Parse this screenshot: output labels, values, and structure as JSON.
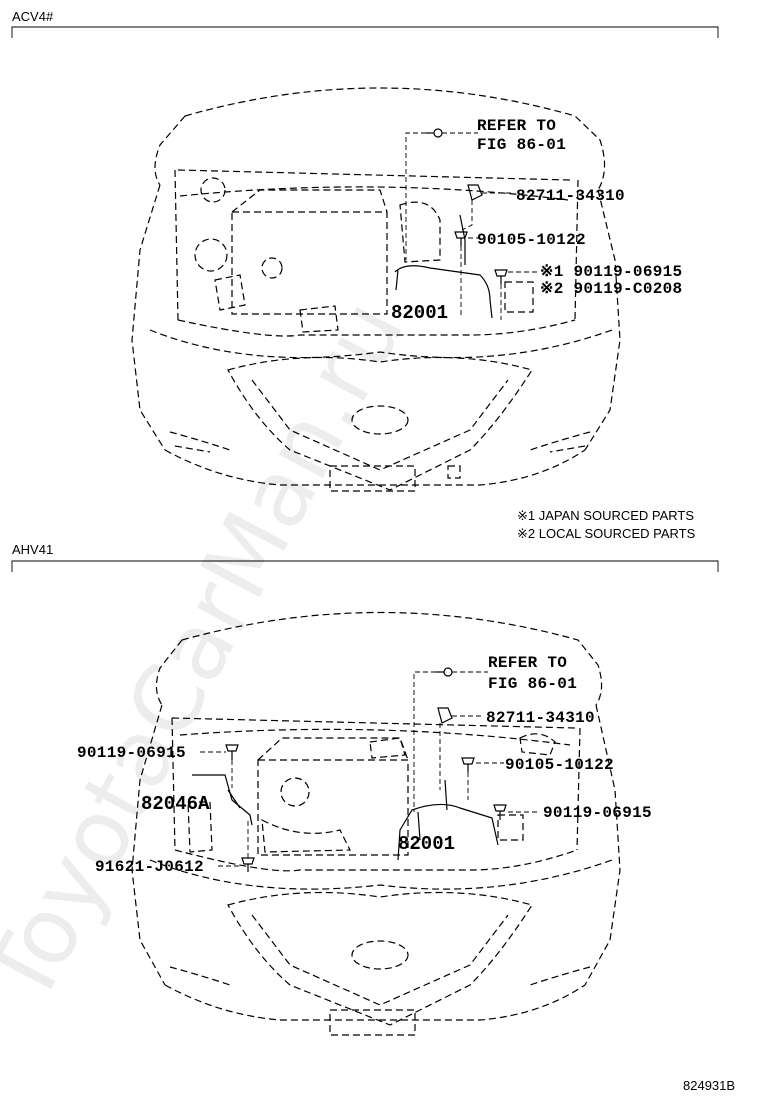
{
  "sections": [
    {
      "label": "ACV4#"
    },
    {
      "label": "AHV41"
    }
  ],
  "acv4": {
    "refer_line1": "REFER TO",
    "refer_line2": "FIG 86-01",
    "clamp_part": "82711-34310",
    "bolt_part": "90105-10122",
    "japan_bolt": "※1 90119-06915",
    "local_bolt": "※2 90119-C0208",
    "wire_part": "82001"
  },
  "notes": {
    "japan": "※1 JAPAN SOURCED PARTS",
    "local": "※2 LOCAL SOURCED PARTS"
  },
  "ahv41": {
    "refer_line1": "REFER TO",
    "refer_line2": "FIG 86-01",
    "clamp_part": "82711-34310",
    "bolt_part": "90105-10122",
    "bolt_left": "90119-06915",
    "bolt_right": "90119-06915",
    "wire_part_a": "82046A",
    "wire_part": "82001",
    "bolt_lower": "91621-J0612"
  },
  "figure_id": "824931B",
  "watermark": "ToyotaCarMan.ru"
}
